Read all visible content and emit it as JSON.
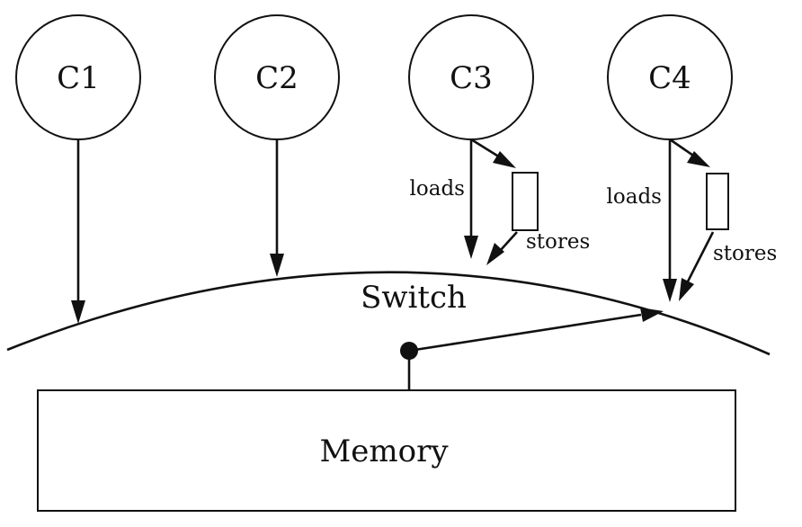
{
  "cores": [
    {
      "label": "C1"
    },
    {
      "label": "C2"
    },
    {
      "label": "C3"
    },
    {
      "label": "C4"
    }
  ],
  "switch": {
    "label": "Switch"
  },
  "memory": {
    "label": "Memory"
  },
  "path_labels": {
    "c3_loads": "loads",
    "c3_stores": "stores",
    "c4_loads": "loads",
    "c4_stores": "stores"
  }
}
